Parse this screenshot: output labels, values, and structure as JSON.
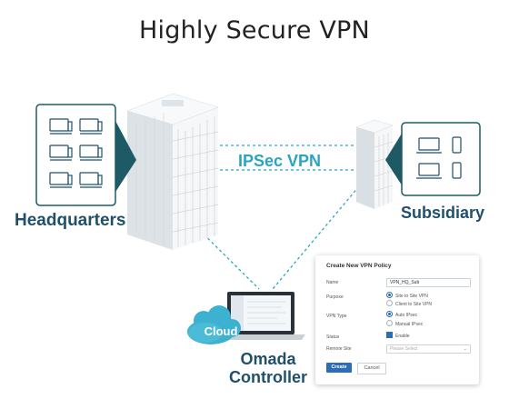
{
  "title": "Highly Secure VPN",
  "labels": {
    "headquarters": "Headquarters",
    "subsidiary": "Subsidiary",
    "ipsec": "IPSec VPN",
    "cloud": "Cloud",
    "omada_line1": "Omada",
    "omada_line2": "Controller"
  },
  "colors": {
    "accent": "#29a5c0",
    "panel_teal": "#1e5a66",
    "label_dark": "#1f4f6b",
    "cloud": "#3cb2d0",
    "button_primary": "#2d6db5"
  },
  "icons": {
    "hq_devices": "desktop-computer-icon",
    "sub_devices": "laptop-icon",
    "sub_phones": "smartphone-icon",
    "controller": "laptop-icon",
    "cloud": "cloud-icon"
  },
  "dialog": {
    "title": "Create New VPN Policy",
    "fields": {
      "name_label": "Name",
      "name_value": "VPN_HQ_Sub",
      "purpose_label": "Purpose",
      "purpose_opt1": "Site to Site VPN",
      "purpose_opt2": "Client to Site VPN",
      "type_label": "VPN Type",
      "type_opt1": "Auto IPsec",
      "type_opt2": "Manual IPsec",
      "status_label": "Status",
      "status_value": "Enable",
      "remote_label": "Remote Site",
      "remote_placeholder": "Please Select"
    },
    "buttons": {
      "create": "Create",
      "cancel": "Cancel"
    }
  }
}
